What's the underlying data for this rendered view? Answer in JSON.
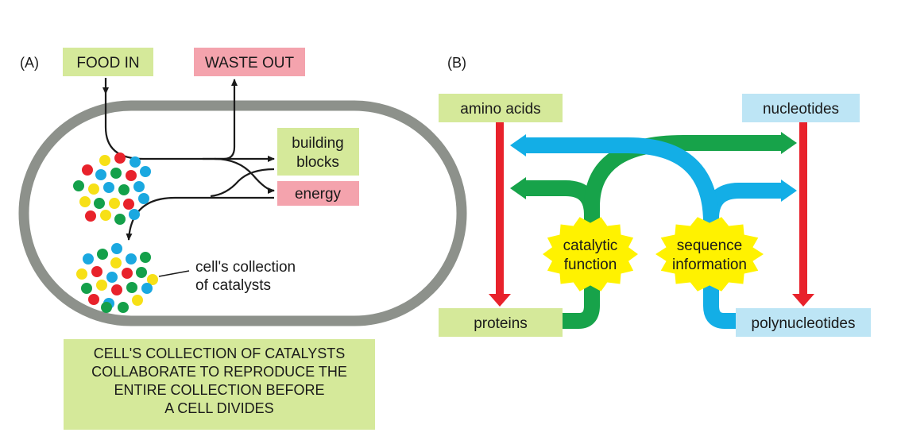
{
  "colors": {
    "green_box": "#d5e99a",
    "pink_box": "#f4a3ad",
    "blue_box": "#bde5f5",
    "cell_wall": "#8d918b",
    "arrow_green": "#17a34a",
    "arrow_blue": "#13aee6",
    "arrow_red": "#e8222b",
    "star_yellow": "#fff200",
    "dot_colors": [
      "#e8222b",
      "#f7e016",
      "#1aa8e0",
      "#14a04a"
    ]
  },
  "panel_a": {
    "label": "(A)",
    "food_in": "FOOD IN",
    "waste_out": "WASTE OUT",
    "building_blocks": [
      "building",
      "blocks"
    ],
    "energy": "energy",
    "catalysts_label": [
      "cell's collection",
      "of catalysts"
    ],
    "caption": [
      "CELL'S COLLECTION OF CATALYSTS",
      "COLLABORATE TO REPRODUCE THE",
      "ENTIRE COLLECTION BEFORE",
      "A CELL DIVIDES"
    ]
  },
  "panel_b": {
    "label": "(B)",
    "amino_acids": "amino acids",
    "nucleotides": "nucleotides",
    "proteins": "proteins",
    "polynucleotides": "polynucleotides",
    "catalytic_function": [
      "catalytic",
      "function"
    ],
    "sequence_information": [
      "sequence",
      "information"
    ]
  }
}
